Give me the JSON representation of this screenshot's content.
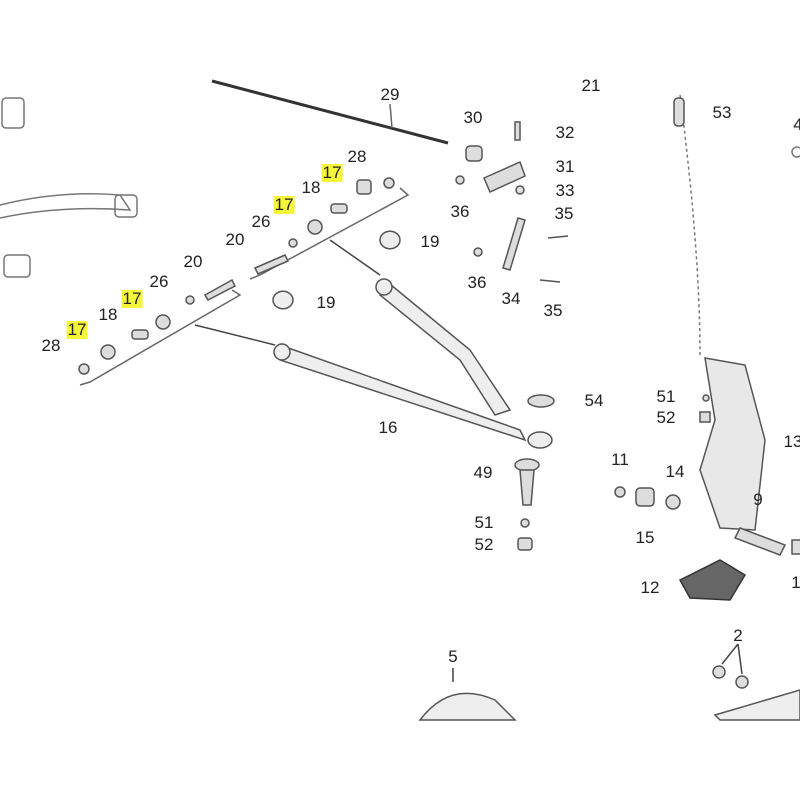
{
  "diagram": {
    "title": "Front suspension A-arm exploded parts diagram",
    "highlight_color": "#f5f53a",
    "labels": [
      {
        "text": "29"
      },
      {
        "text": "21"
      },
      {
        "text": "53"
      },
      {
        "text": "4"
      },
      {
        "text": "30"
      },
      {
        "text": "32"
      },
      {
        "text": "31"
      },
      {
        "text": "33"
      },
      {
        "text": "36"
      },
      {
        "text": "35"
      },
      {
        "text": "19"
      },
      {
        "text": "36"
      },
      {
        "text": "34"
      },
      {
        "text": "35"
      },
      {
        "text": "28"
      },
      {
        "text": "17",
        "highlighted": true
      },
      {
        "text": "18"
      },
      {
        "text": "17",
        "highlighted": true
      },
      {
        "text": "26"
      },
      {
        "text": "20"
      },
      {
        "text": "20"
      },
      {
        "text": "26"
      },
      {
        "text": "17",
        "highlighted": true
      },
      {
        "text": "18"
      },
      {
        "text": "17",
        "highlighted": true
      },
      {
        "text": "28"
      },
      {
        "text": "19"
      },
      {
        "text": "16"
      },
      {
        "text": "54"
      },
      {
        "text": "51"
      },
      {
        "text": "52"
      },
      {
        "text": "13"
      },
      {
        "text": "11"
      },
      {
        "text": "14"
      },
      {
        "text": "49"
      },
      {
        "text": "9"
      },
      {
        "text": "15"
      },
      {
        "text": "51"
      },
      {
        "text": "52"
      },
      {
        "text": "12"
      },
      {
        "text": "2"
      },
      {
        "text": "5"
      },
      {
        "text": "1"
      }
    ]
  }
}
